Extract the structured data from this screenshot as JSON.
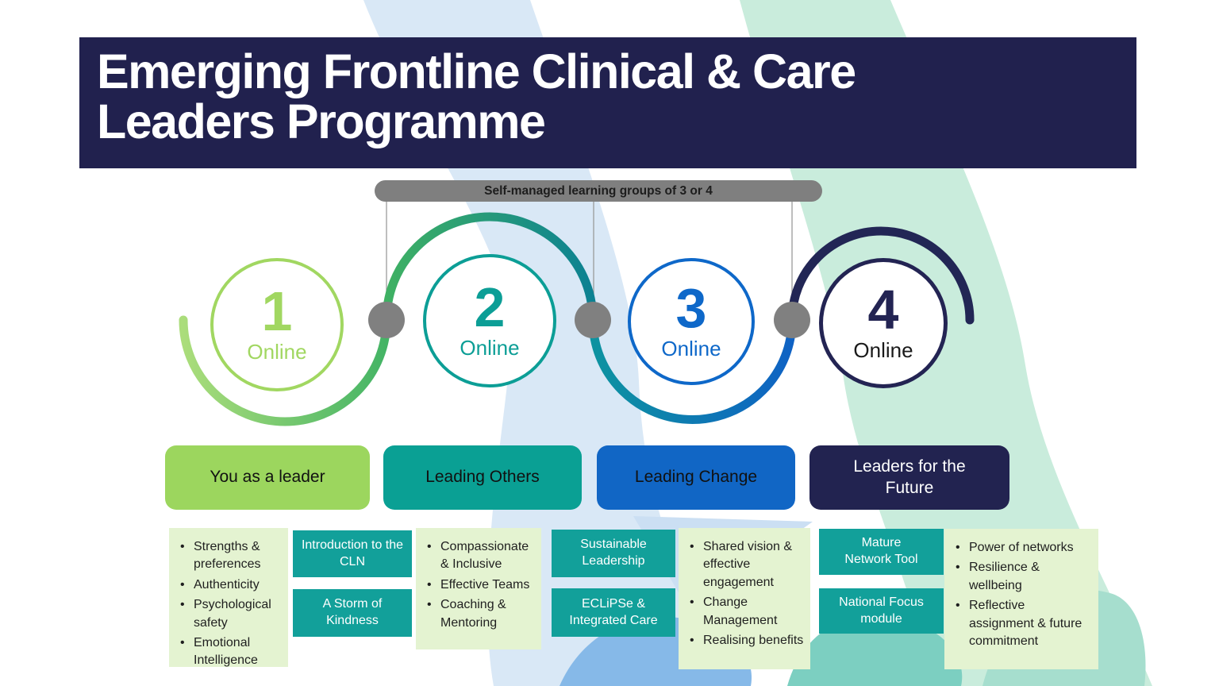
{
  "header": {
    "title_line1": "Emerging Frontline Clinical & Care",
    "title_line2": "Leaders Programme"
  },
  "learning_bar": {
    "label": "Self-managed learning groups of 3 or 4"
  },
  "stages": [
    {
      "number": "1",
      "mode": "Online",
      "title": "You as a leader",
      "accent": "#A1D761",
      "box_bg": "#9CD65E",
      "box_text": "#111111",
      "bullets": [
        "Strengths & preferences",
        "Authenticity",
        "Psychological safety",
        "Emotional Intelligence"
      ],
      "modules": [
        "Introduction to the CLN",
        "A Storm of Kindness"
      ]
    },
    {
      "number": "2",
      "mode": "Online",
      "title": "Leading Others",
      "accent": "#0C9E96",
      "box_bg": "#0AA094",
      "box_text": "#111111",
      "bullets": [
        "Compassionate & Inclusive",
        "Effective Teams",
        "Coaching & Mentoring"
      ],
      "modules": [
        "Sustainable Leadership",
        "ECLiPSe & Integrated Care"
      ]
    },
    {
      "number": "3",
      "mode": "Online",
      "title": "Leading Change",
      "accent": "#0E68C9",
      "box_bg": "#1166C5",
      "box_text": "#111111",
      "bullets": [
        "Shared vision & effective engagement",
        "Change Management",
        "Realising benefits"
      ],
      "modules": [
        "Mature Network Tool",
        "National Focus module"
      ]
    },
    {
      "number": "4",
      "mode": "Online",
      "title": "Leaders for the Future",
      "accent": "#232453",
      "mode_color": "#1A1A1A",
      "box_bg": "#222350",
      "box_text": "#FFFFFF",
      "bullets": [
        "Power of networks",
        "Resilience & wellbeing",
        "Reflective assignment & future commitment"
      ],
      "modules": []
    }
  ],
  "colors": {
    "header_bg": "#21214E",
    "bar_gray": "#7F7F7F",
    "dot_gray": "#808080",
    "module_bg": "#12A09A",
    "module_text": "#FFFFFF",
    "bullets_bg": "#E4F3D1",
    "bullet_text": "#1F1F1F",
    "arc_green_light": "#ABDD7B",
    "arc_green": "#3FB163",
    "arc_teal": "#0C8192",
    "arc_blue": "#0F62C4",
    "arc_navy": "#222655",
    "bg_blue_band": "#D9E8F6",
    "bg_mint_band": "#C9ECDC",
    "bg_blue_accent": "#86B9E8",
    "bg_teal_accent": "#7CCFC1",
    "bg_mint_accent": "#A6DECE"
  }
}
